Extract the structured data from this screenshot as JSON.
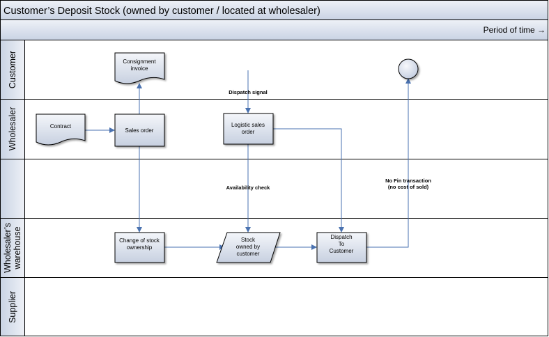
{
  "title": "Customer’s Deposit Stock (owned by customer / located at wholesaler)",
  "timeline_label": "Period of time →",
  "lanes": [
    "Customer",
    "Wholesaler",
    "",
    "Wholesaler’s warehouse",
    "Supplier"
  ],
  "lane_label_lines": {
    "warehouse_line1": "Wholesaler’s",
    "warehouse_line2": "warehouse"
  },
  "nodes": {
    "consignment_invoice": [
      "Consignment",
      "invoice"
    ],
    "contract": [
      "Contract"
    ],
    "sales_order": [
      "Sales order"
    ],
    "logistic_sales_order": [
      "Logistic sales",
      "order"
    ],
    "change_of_stock_ownership": [
      "Change of stock",
      "ownership"
    ],
    "stock_owned_by_customer": [
      "Stock",
      "owned by",
      "customer"
    ],
    "dispatch_to_customer": [
      "Dispatch",
      "To",
      "Customer"
    ]
  },
  "edge_labels": {
    "dispatch_signal": "Dispatch signal",
    "availability_check": "Availability check",
    "no_fin_line1": "No Fin transaction",
    "no_fin_line2": "(no cost of sold)"
  },
  "colors": {
    "header_fill_top": "#eef1f7",
    "header_fill_bottom": "#c9d3e4",
    "node_fill_top": "#f4f6fa",
    "node_fill_bottom": "#c7d0e0",
    "connector": "#4a72b0",
    "border": "#000000"
  }
}
